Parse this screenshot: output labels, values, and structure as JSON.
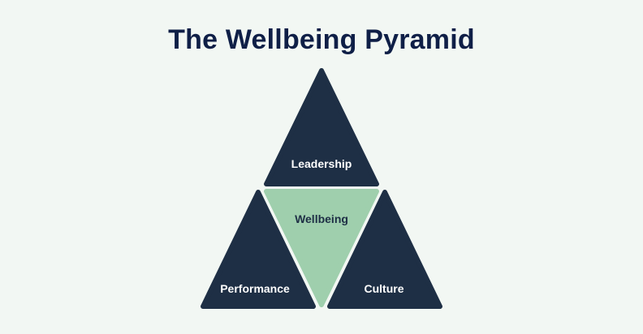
{
  "title": "The Wellbeing Pyramid",
  "segments": {
    "top": {
      "label": "Leadership"
    },
    "center": {
      "label": "Wellbeing"
    },
    "left": {
      "label": "Performance"
    },
    "right": {
      "label": "Culture"
    }
  },
  "colors": {
    "background": "#f2f7f3",
    "title": "#0f1f47",
    "dark_triangle": "#1e2f45",
    "center_triangle": "#9fcfad",
    "dark_label": "#ffffff",
    "center_label": "#1e2f45"
  }
}
